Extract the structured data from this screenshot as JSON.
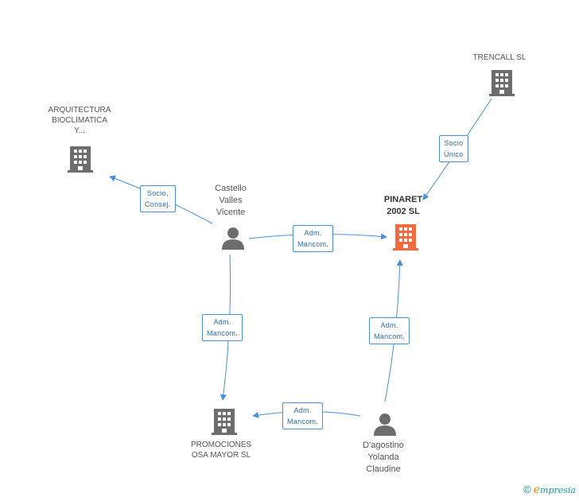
{
  "nodes": {
    "arquitectura": {
      "label": "ARQUITECTURA\nBIOCLIMATICA\nY..."
    },
    "trencall": {
      "label": "TRENCALL  SL"
    },
    "pinaret": {
      "label": "PINARET\n2002 SL"
    },
    "castello": {
      "label": "Castello\nValles\nVicente"
    },
    "promociones": {
      "label": "PROMOCIONES\nOSA MAYOR SL"
    },
    "dagostino": {
      "label": "D'agostino\nYolanda\nClaudine"
    }
  },
  "edges": {
    "socio_consej": {
      "label": "Socio,\nConsej."
    },
    "socio_unico": {
      "label": "Socio\nÚnico"
    },
    "adm_castello_pinaret": {
      "label": "Adm.\nMancom."
    },
    "adm_castello_promociones": {
      "label": "Adm.\nMancom."
    },
    "adm_dagostino_pinaret": {
      "label": "Adm.\nMancom."
    },
    "adm_dagostino_promociones": {
      "label": "Adm.\nMancom."
    }
  },
  "colors": {
    "edge": "#4a90d9",
    "company": "#6d6d6d",
    "focus_company": "#f26a3d",
    "person": "#6d6d6d"
  },
  "brand": {
    "copyright": "©",
    "e": "e",
    "rest": "mpresia"
  }
}
